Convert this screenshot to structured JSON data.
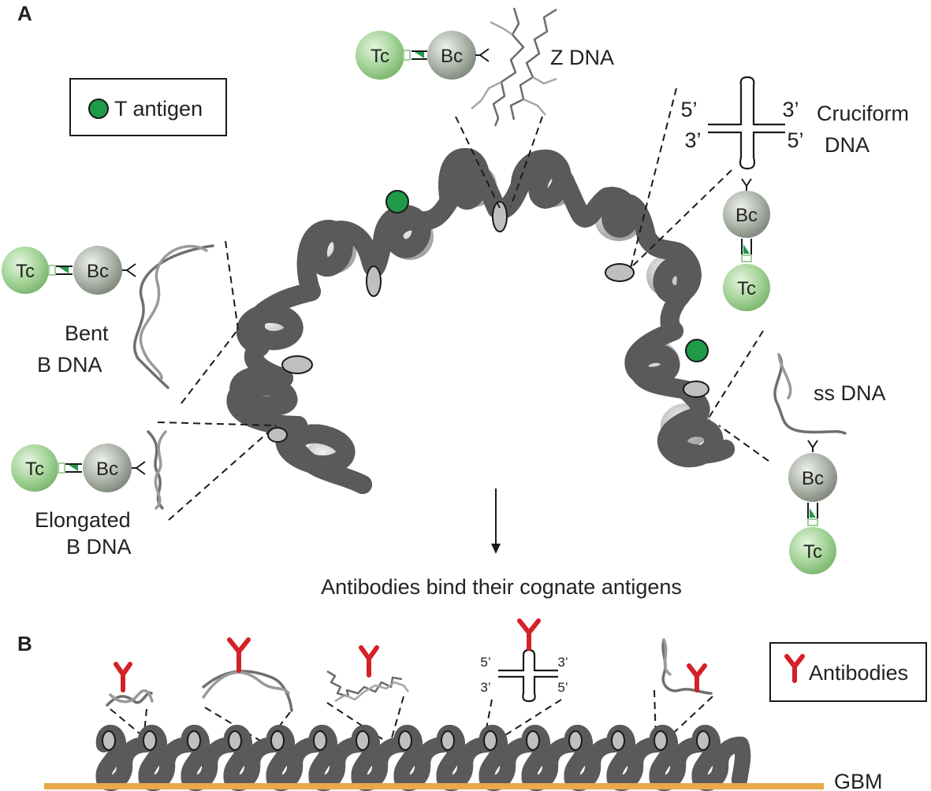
{
  "panel_a": {
    "label": "A",
    "legend_t_antigen": "T antigen",
    "z_dna": "Z DNA",
    "cruciform_line1": "Cruciform",
    "cruciform_line2": "DNA",
    "cruciform_5_left": "5’",
    "cruciform_3_right": "3’",
    "cruciform_3_left": "3’",
    "cruciform_5_right": "5’",
    "bent_line1": "Bent",
    "bent_line2": "B DNA",
    "elongated_line1": "Elongated",
    "elongated_line2": "B DNA",
    "ss_dna": "ss DNA",
    "caption": "Antibodies bind their cognate antigens",
    "cell_tc": "Tc",
    "cell_bc": "Bc"
  },
  "panel_b": {
    "label": "B",
    "legend_antibodies": "Antibodies",
    "cruci_5_left": "5’",
    "cruci_3_right": "3’",
    "cruci_3_left": "3’",
    "cruci_5_right": "5’",
    "gbm": "GBM"
  },
  "colors": {
    "t_antigen": "#1e9a48",
    "antibody": "#d42027",
    "gbm": "#e8a94a",
    "tc_cell": "#9fd194",
    "bc_cell": "#a9b1a8"
  }
}
